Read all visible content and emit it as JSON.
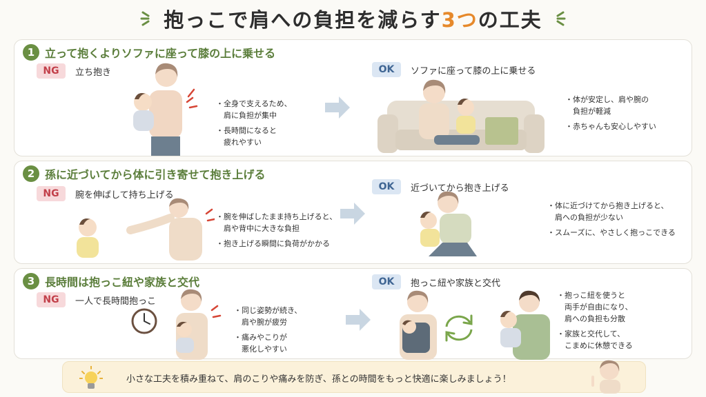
{
  "title": {
    "before": "抱っこで肩への負担を減らす",
    "accent": "3つ",
    "after": "の工夫"
  },
  "colors": {
    "accent_orange": "#e6892b",
    "section_green": "#5a7d3a",
    "ng_red": "#c2404a",
    "ok_blue": "#3f6593"
  },
  "sections": [
    {
      "number": "1",
      "heading": "立って抱くよりソファに座って膝の上に乗せる",
      "ng": {
        "badge": "NG",
        "label": "立ち抱き",
        "notes": [
          [
            "全身で支えるため、",
            "肩に負担が集中"
          ],
          [
            "長時間になると",
            "疲れやすい"
          ]
        ]
      },
      "ok": {
        "badge": "OK",
        "label": "ソファに座って膝の上に乗せる",
        "notes": [
          [
            "体が安定し、肩や腕の",
            "負担が軽減"
          ],
          [
            "赤ちゃんも安心しやすい"
          ]
        ]
      }
    },
    {
      "number": "2",
      "heading": "孫に近づいてから体に引き寄せて抱き上げる",
      "ng": {
        "badge": "NG",
        "label": "腕を伸ばして持ち上げる",
        "notes": [
          [
            "腕を伸ばしたまま持ち上げると、",
            "肩や背中に大きな負担"
          ],
          [
            "抱き上げる瞬間に負荷がかかる"
          ]
        ]
      },
      "ok": {
        "badge": "OK",
        "label": "近づいてから抱き上げる",
        "notes": [
          [
            "体に近づけてから抱き上げると、",
            "肩への負担が少ない"
          ],
          [
            "スムーズに、やさしく抱っこできる"
          ]
        ]
      }
    },
    {
      "number": "3",
      "heading": "長時間は抱っこ紐や家族と交代",
      "ng": {
        "badge": "NG",
        "label": "一人で長時間抱っこ",
        "notes": [
          [
            "同じ姿勢が続き、",
            "肩や腕が疲労"
          ],
          [
            "痛みやこりが",
            "悪化しやすい"
          ]
        ]
      },
      "ok": {
        "badge": "OK",
        "label": "抱っこ紐や家族と交代",
        "notes": [
          [
            "抱っこ紐を使うと",
            "両手が自由になり、",
            "肩への負担も分散"
          ],
          [
            "家族と交代して、",
            "こまめに休憩できる"
          ]
        ]
      }
    }
  ],
  "footer": {
    "message": "小さな工夫を積み重ねて、肩のこりや痛みを防ぎ、孫との時間をもっと快適に楽しみましょう！"
  },
  "icons": [
    "sparkle-icon",
    "arrow-right-icon",
    "lightbulb-icon",
    "clock-icon",
    "cycle-arrows-icon"
  ]
}
